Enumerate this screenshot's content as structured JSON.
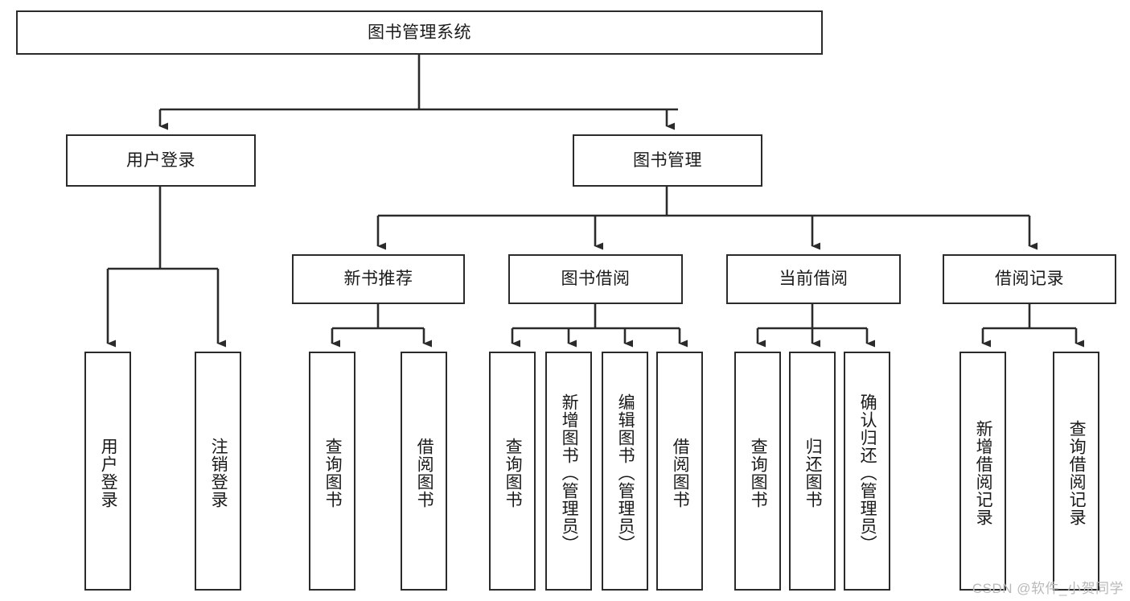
{
  "diagram": {
    "type": "tree-hierarchy",
    "title": "图书管理系统",
    "watermark": "CSDN @软件_小贺同学",
    "colors": {
      "stroke": "#2b2b2b",
      "fill": "#ffffff",
      "text": "#1a1a1a",
      "watermark": "#b9b9b9"
    },
    "nodes": {
      "root": {
        "label": "图书管理系统",
        "orientation": "horizontal"
      },
      "level2": [
        {
          "id": "user-login",
          "label": "用户登录",
          "orientation": "horizontal"
        },
        {
          "id": "book-manage",
          "label": "图书管理",
          "orientation": "horizontal"
        }
      ],
      "level3": [
        {
          "id": "new-book-recommend",
          "label": "新书推荐",
          "orientation": "horizontal"
        },
        {
          "id": "book-borrow",
          "label": "图书借阅",
          "orientation": "horizontal"
        },
        {
          "id": "current-borrow",
          "label": "当前借阅",
          "orientation": "horizontal"
        },
        {
          "id": "borrow-record",
          "label": "借阅记录",
          "orientation": "horizontal"
        }
      ],
      "leaves": [
        {
          "id": "leaf-user-login",
          "parent": "user-login",
          "label": "用户登录",
          "orientation": "vertical"
        },
        {
          "id": "leaf-user-logout",
          "parent": "user-login",
          "label": "注销登录",
          "orientation": "vertical"
        },
        {
          "id": "leaf-query-book-1",
          "parent": "new-book-recommend",
          "label": "查询图书",
          "orientation": "vertical"
        },
        {
          "id": "leaf-borrow-book-1",
          "parent": "new-book-recommend",
          "label": "借阅图书",
          "orientation": "vertical"
        },
        {
          "id": "leaf-query-book-2",
          "parent": "book-borrow",
          "label": "查询图书",
          "orientation": "vertical"
        },
        {
          "id": "leaf-add-book",
          "parent": "book-borrow",
          "label": "新增图书（管理员）",
          "orientation": "vertical"
        },
        {
          "id": "leaf-edit-book",
          "parent": "book-borrow",
          "label": "编辑图书（管理员）",
          "orientation": "vertical"
        },
        {
          "id": "leaf-borrow-book-2",
          "parent": "book-borrow",
          "label": "借阅图书",
          "orientation": "vertical"
        },
        {
          "id": "leaf-query-book-3",
          "parent": "current-borrow",
          "label": "查询图书",
          "orientation": "vertical"
        },
        {
          "id": "leaf-return-book",
          "parent": "current-borrow",
          "label": "归还图书",
          "orientation": "vertical"
        },
        {
          "id": "leaf-confirm-return",
          "parent": "current-borrow",
          "label": "确认归还（管理员）",
          "orientation": "vertical"
        },
        {
          "id": "leaf-add-record",
          "parent": "borrow-record",
          "label": "新增借阅记录",
          "orientation": "vertical"
        },
        {
          "id": "leaf-query-record",
          "parent": "borrow-record",
          "label": "查询借阅记录",
          "orientation": "vertical"
        }
      ]
    }
  }
}
